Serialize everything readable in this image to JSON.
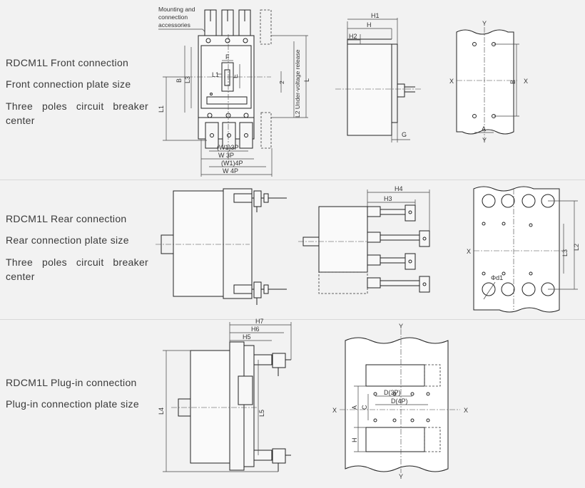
{
  "sections": [
    {
      "name": "front",
      "lines": [
        "RDCM1L  Front connection",
        "Front connection plate size",
        "Three poles circuit breaker center"
      ]
    },
    {
      "name": "rear",
      "lines": [
        "RDCM1L  Rear connection",
        "Rear connection plate size",
        "Three poles circuit breaker center"
      ]
    },
    {
      "name": "plugin",
      "lines": [
        "RDCM1L  Plug-in connection",
        "Plug-in connection plate size"
      ]
    }
  ],
  "front_view": {
    "callout": "Mounting and connection accessories",
    "dims": {
      "F": "F",
      "L1": "L1",
      "L3": "L3",
      "B": "B",
      "E": "E",
      "L": "L",
      "L2": "L2",
      "uv": "Under-voltage release",
      "W1_3P": "(W1)3P",
      "W_3P": "W 3P",
      "W1_4P": "(W1)4P",
      "W_4P": "W 4P",
      "uv_n": "2"
    }
  },
  "front_side": {
    "dims": {
      "H1": "H1",
      "H": "H",
      "H2": "H2",
      "G": "G"
    }
  },
  "front_cutout": {
    "dims": {
      "Y": "Y",
      "X": "X",
      "B": "B",
      "A": "A"
    }
  },
  "rear_dims": {
    "H4": "H4",
    "H3": "H3",
    "L3": "L3",
    "L2": "L2",
    "d1": "Φd1",
    "X": "X"
  },
  "plugin_dims": {
    "H7": "H7",
    "H6": "H6",
    "H5": "H5",
    "L4": "L4",
    "L5": "L5",
    "Y": "Y",
    "X": "X",
    "A": "A",
    "C": "C",
    "H": "H",
    "D3P": "D(3P)",
    "D4P": "D(4P)"
  }
}
